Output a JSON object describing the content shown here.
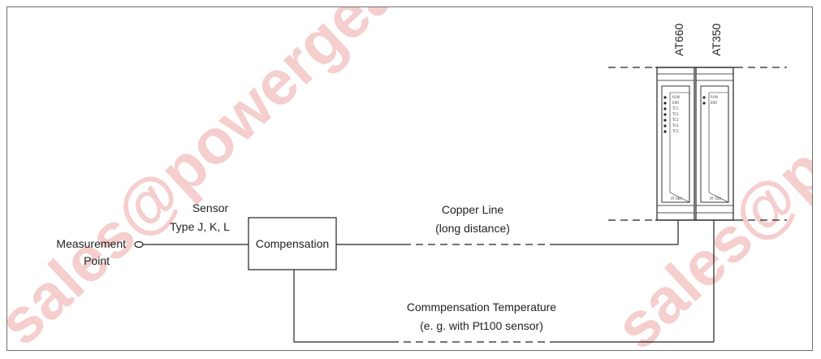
{
  "watermark": {
    "text": "sales@powergearx.com",
    "color": "#f2b8b8"
  },
  "devices": {
    "at660": {
      "label": "AT660",
      "leds": [
        "RUN",
        "ERR",
        "TC1",
        "TC2",
        "TC3",
        "TC4",
        "TC5"
      ],
      "model": "AT 660"
    },
    "at350": {
      "label": "AT350",
      "leds": [
        "RUN",
        "ERR"
      ],
      "model": "AT 350"
    }
  },
  "labels": {
    "measurement_point_1": "Measurement",
    "measurement_point_2": "Point",
    "sensor_1": "Sensor",
    "sensor_2": "Type J, K, L",
    "compensation_box": "Compensation",
    "copper_line_1": "Copper Line",
    "copper_line_2": "(long distance)",
    "comp_temp_1": "Commpensation Temperature",
    "comp_temp_2": "(e. g. with Pt100 sensor)"
  }
}
